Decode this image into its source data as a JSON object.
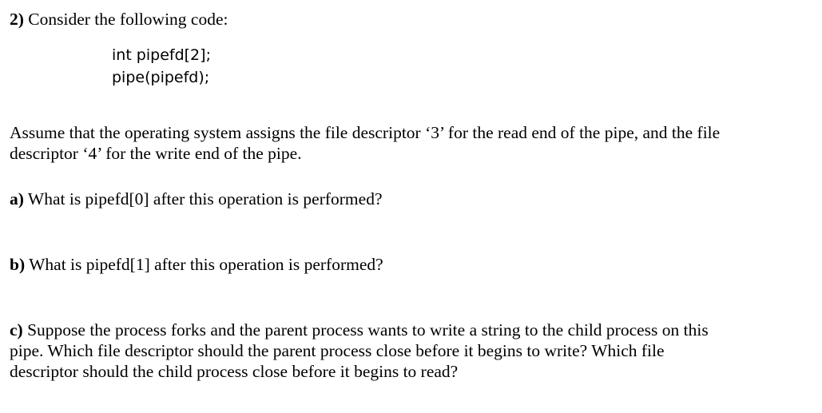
{
  "question": {
    "number": "2)",
    "intro": " Consider the following code:",
    "code_lines": [
      "int pipefd[2];",
      "pipe(pipefd);"
    ],
    "assumption_line1": "Assume that the operating system assigns the file descriptor ‘3’ for the read end of the pipe, and the file",
    "assumption_line2": "descriptor ‘4’ for the write end of the pipe.",
    "parts": [
      {
        "label": "a)",
        "lines": [
          " What is pipefd[0] after this operation is performed?"
        ]
      },
      {
        "label": "b)",
        "lines": [
          " What is pipefd[1] after this operation is performed?"
        ]
      },
      {
        "label": "c)",
        "lines": [
          " Suppose the process forks and the parent process wants to write a string to the child process on this",
          "pipe. Which file descriptor should the parent process close before it begins to write? Which file",
          "descriptor should the child process close before it begins to read?"
        ]
      }
    ]
  }
}
